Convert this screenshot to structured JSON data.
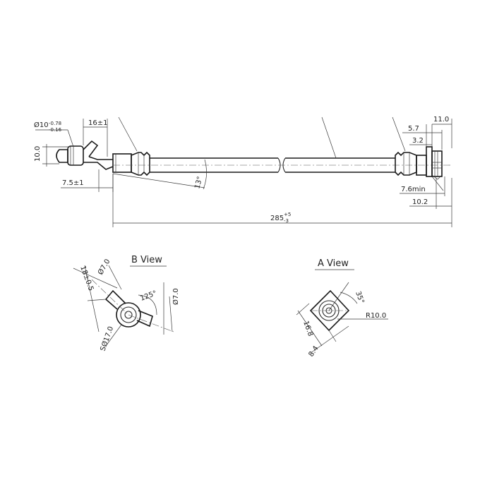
{
  "views": {
    "b_view_title": "B View",
    "a_view_title": "A View"
  },
  "side_view": {
    "dims": {
      "d_10": "Ø10",
      "d_10_upper": "-0.78",
      "d_10_lower": "-0.16",
      "len_16": "16±1",
      "h_10": "10.0",
      "len_7_5": "7.5±1",
      "angle_13": "13°",
      "total": "285",
      "total_upper": "+5",
      "total_lower": "-3",
      "w_11": "11.0",
      "w_5_7": "5.7",
      "w_3_2": "3.2",
      "w_7_6": "7.6min",
      "w_10_2": "10.2"
    }
  },
  "b_view": {
    "dims": {
      "d_7_top": "Ø7.0",
      "d_7_right": "Ø7.0",
      "len_18": "18±0.5",
      "angle_125": "125°",
      "s_17": "SØ17.0"
    }
  },
  "a_view": {
    "dims": {
      "angle_35": "35°",
      "r_10": "R10.0",
      "h_16_8": "16.8",
      "w_8_4": "8.4"
    }
  }
}
